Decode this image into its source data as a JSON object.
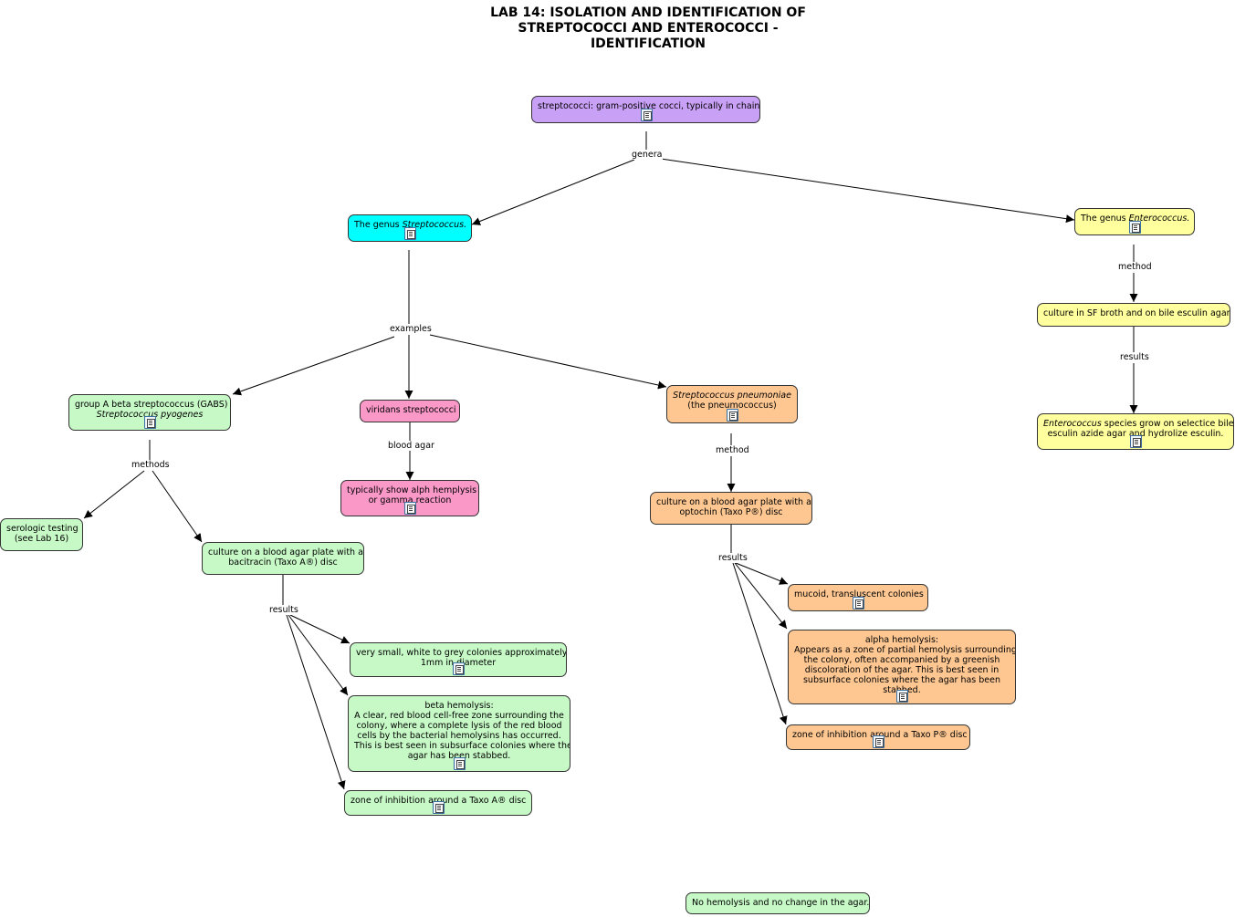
{
  "title": {
    "line1": "LAB 14: ISOLATION AND IDENTIFICATION OF",
    "line2": "STREPTOCOCCI AND ENTEROCOCCI -",
    "line3": "IDENTIFICATION"
  },
  "colors": {
    "purple": "#c8a0f5",
    "cyan": "#00ffff",
    "yellow": "#ffff9e",
    "green": "#c6f9c6",
    "pink": "#fa98c8",
    "orange": "#fec792"
  },
  "nodes": {
    "root": "streptococci: gram-positive cocci, typically in chains",
    "genus_strep": {
      "pre": "The genus ",
      "em": "Streptococcus."
    },
    "genus_entero": {
      "pre": "The genus ",
      "em": "Enterococcus."
    },
    "entero_culture": "culture in SF broth and on bile esculin agar",
    "entero_result": {
      "em": "Enterococcus",
      "line1_rest": "  species grow on selectice bile",
      "line2": "esculin azide agar and hydrolize esculin."
    },
    "gabs": {
      "line1": "group A beta streptococcus (GABS)",
      "line2_em": "Streptococcus  pyogenes"
    },
    "viridans": "viridans streptococci",
    "viridans_result": {
      "line1": "typically show alph hemplysis",
      "line2": "or gamma reaction"
    },
    "pneumoniae": {
      "line1_em": "Streptococcus  pneumoniae",
      "line2": "(the pneumococcus)"
    },
    "serologic": {
      "line1": "serologic testing",
      "line2": "(see Lab 16)"
    },
    "bacitracin_culture": {
      "line1": "culture on a blood agar plate with a",
      "line2": "bacitracin (Taxo A®) disc"
    },
    "gabs_small": {
      "line1": "very small, white to grey colonies approximately",
      "line2": "1mm in diameter"
    },
    "beta": {
      "lines": [
        "beta hemolysis:",
        "A clear, red blood cell-free zone surrounding the",
        "colony, where a complete lysis of the red blood",
        "cells by the bacterial hemolysins has occurred.",
        "This is best seen in subsurface colonies where the",
        "agar has been stabbed."
      ]
    },
    "taxo_a": "zone of inhibition around a Taxo A® disc",
    "optochin_culture": {
      "line1": "culture on a blood agar plate with a",
      "line2": "optochin (Taxo P®) disc"
    },
    "mucoid": "mucoid, transluscent colonies",
    "alpha": {
      "lines": [
        "alpha hemolysis:",
        "Appears as a zone of partial hemolysis surrounding",
        "the colony, often accompanied by a greenish",
        "discoloration of the agar. This is best seen in",
        "subsurface colonies where the agar has been",
        "stabbed."
      ]
    },
    "taxo_p": "zone of inhibition around a Taxo P® disc",
    "no_hemolysis": "No hemolysis and no change in the agar."
  },
  "link_labels": {
    "genera": "genera",
    "examples": "examples",
    "method_entero": "method",
    "results_entero": "results",
    "methods_gabs": "methods",
    "blood_agar": "blood agar",
    "method_pneumo": "method",
    "results_gabs": "results",
    "results_pneumo": "results"
  }
}
